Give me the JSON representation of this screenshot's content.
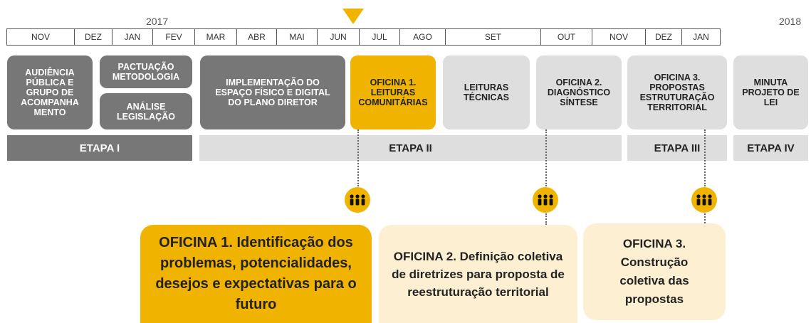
{
  "timeline": {
    "year_start": "2017",
    "year_end": "2018",
    "months": [
      "NOV",
      "DEZ",
      "JAN",
      "FEV",
      "MAR",
      "ABR",
      "MAI",
      "JUN",
      "JUL",
      "AGO",
      "SET",
      "OUT",
      "NOV",
      "DEZ",
      "JAN"
    ]
  },
  "activities": {
    "audiencia": "AUDIÊNCIA PÚBLICA E GRUPO DE ACOMPANHA MENTO",
    "pactuacao": "PACTUAÇÃO METODOLOGIA",
    "analise": "ANÁLISE LEGISLAÇÃO",
    "implementacao": "IMPLEMENTAÇÃO DO ESPAÇO FÍSICO E DIGITAL DO PLANO DIRETOR",
    "oficina1": "OFICINA 1. LEITURAS COMUNITÁRIAS",
    "leituras": "LEITURAS TÉCNICAS",
    "oficina2": "OFICINA 2. DIAGNÓSTICO SÍNTESE",
    "oficina3": "OFICINA 3. PROPOSTAS ESTRUTURAÇÃO TERRITORIAL",
    "minuta": "MINUTA PROJETO DE LEI"
  },
  "etapas": {
    "e1": "ETAPA I",
    "e2": "ETAPA II",
    "e3": "ETAPA III",
    "e4": "ETAPA IV"
  },
  "workshops": {
    "w1": "OFICINA 1. Identificação dos problemas, potencialidades, desejos e expectativas para o futuro",
    "w2": "OFICINA 2. Definição coletiva de diretrizes para proposta de reestruturação territorial",
    "w3": "OFICINA 3. Construção coletiva das propostas"
  },
  "colors": {
    "accent": "#f0b400",
    "dark_gray": "#777777",
    "light_gray": "#dedede",
    "pale_yellow": "#fdf0d2"
  },
  "icons": {
    "people": "people-group-icon",
    "marker": "current-month-marker-icon"
  }
}
